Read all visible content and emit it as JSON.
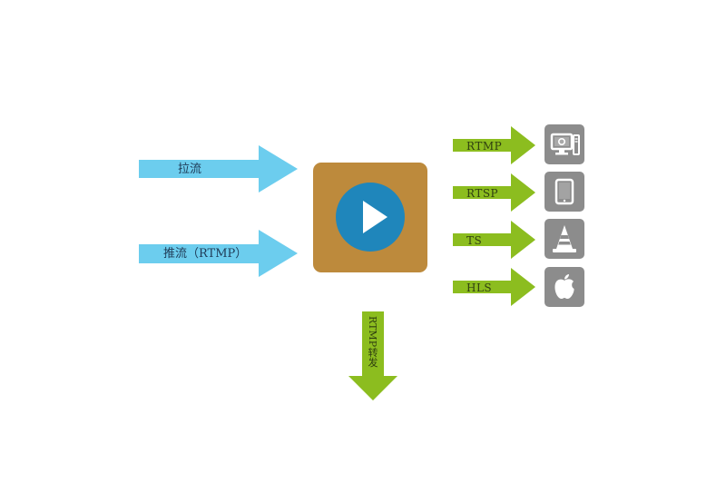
{
  "inputs": {
    "pull_label": "拉流",
    "push_label": "推流（RTMP）"
  },
  "outputs": [
    {
      "label": "RTMP",
      "icon": "desktop-computer-icon"
    },
    {
      "label": "RTSP",
      "icon": "tablet-icon"
    },
    {
      "label": "TS",
      "icon": "traffic-cone-icon"
    },
    {
      "label": "HLS",
      "icon": "apple-icon"
    }
  ],
  "relay": {
    "label": "RTMP转发"
  },
  "server": {
    "icon": "play-icon"
  },
  "colors": {
    "input_arrow": "#6ccdee",
    "output_arrow": "#8cbd1f",
    "server_box": "#bd8a3c",
    "play_circle": "#1f86bb",
    "icon_tile": "#8c8c8c"
  }
}
